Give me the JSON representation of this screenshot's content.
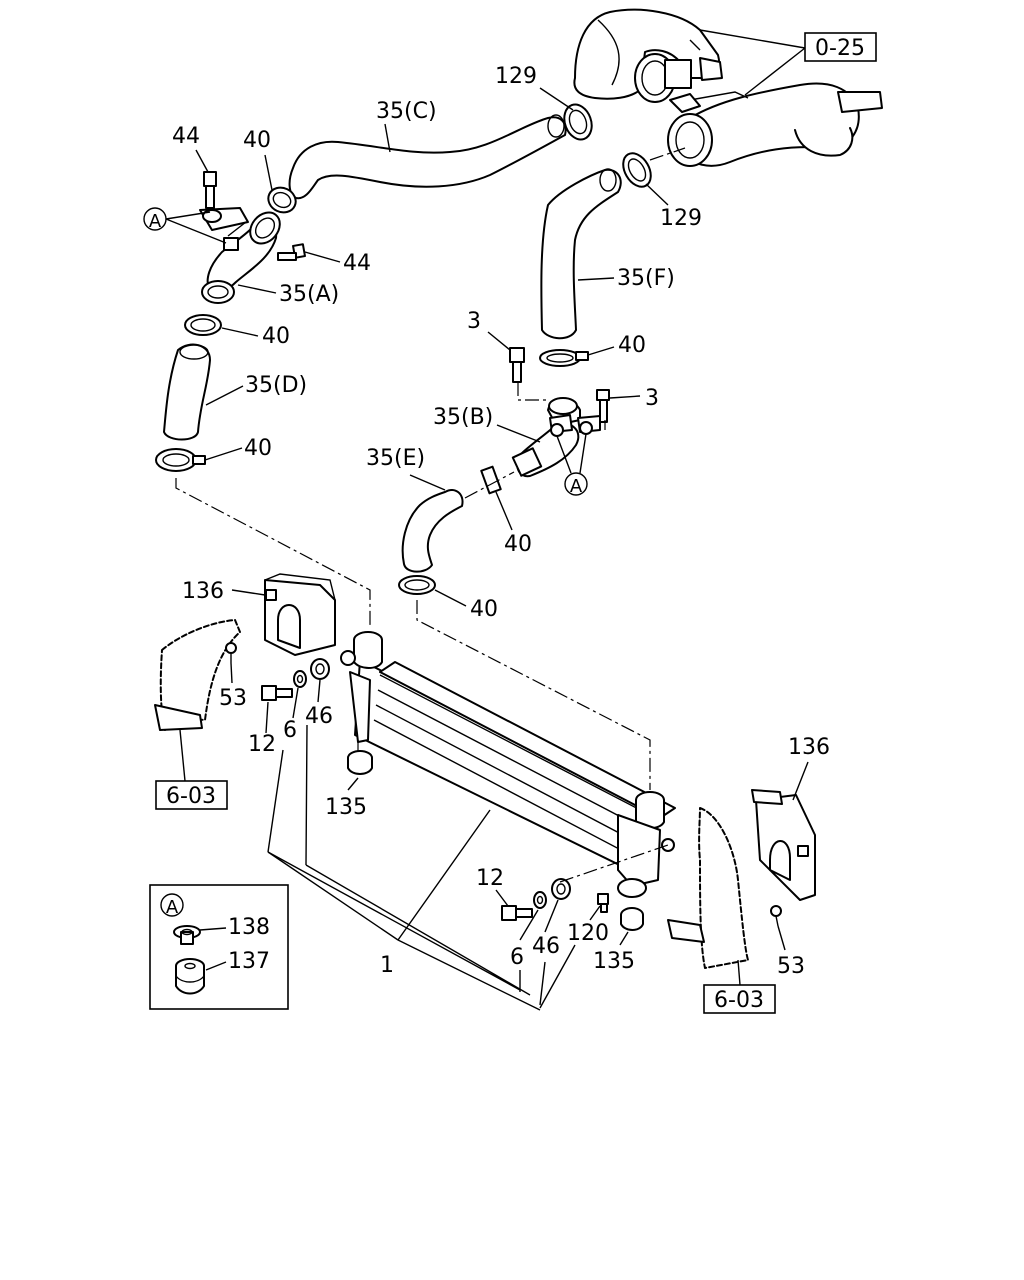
{
  "refs": {
    "engine": "0-25",
    "body_left": "6-03",
    "body_right": "6-03"
  },
  "callouts": {
    "intercooler": "1",
    "bolt_3a": "3",
    "bolt_3b": "3",
    "washer_6a": "6",
    "washer_6b": "6",
    "bolt_12a": "12",
    "bolt_12b": "12",
    "hose_a": "35(A)",
    "hose_b": "35(B)",
    "hose_c": "35(C)",
    "hose_d": "35(D)",
    "hose_e": "35(E)",
    "hose_f": "35(F)",
    "clamp_40a": "40",
    "clamp_40b": "40",
    "clamp_40c": "40",
    "clamp_40d": "40",
    "clamp_40e": "40",
    "clamp_40f": "40",
    "bolt_44a": "44",
    "bolt_44b": "44",
    "collar_46a": "46",
    "collar_46b": "46",
    "clip_53a": "53",
    "clip_53b": "53",
    "bolt_120": "120",
    "clamp_129a": "129",
    "clamp_129b": "129",
    "mount_135a": "135",
    "mount_135b": "135",
    "bracket_136a": "136",
    "bracket_136b": "136",
    "bushing_137": "137",
    "washer_138": "138"
  },
  "detail_a": {
    "mark": "A",
    "washer": "138",
    "bushing": "137"
  },
  "mark_a": "A"
}
